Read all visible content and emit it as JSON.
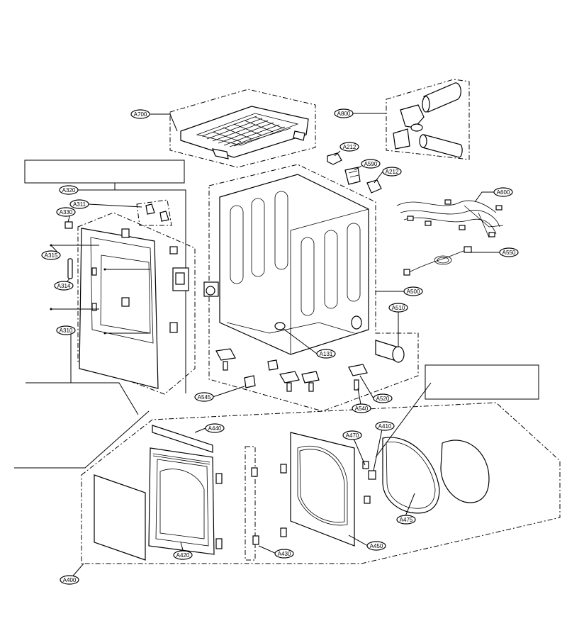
{
  "diagram": {
    "labels": [
      {
        "id": "A700",
        "text": "A700"
      },
      {
        "id": "A800",
        "text": "A800"
      },
      {
        "id": "A212a",
        "text": "A212"
      },
      {
        "id": "A590",
        "text": "A590"
      },
      {
        "id": "A212b",
        "text": "A212"
      },
      {
        "id": "A600",
        "text": "A600"
      },
      {
        "id": "A550",
        "text": "A550"
      },
      {
        "id": "A500",
        "text": "A500"
      },
      {
        "id": "A510",
        "text": "A510"
      },
      {
        "id": "A131",
        "text": "A131"
      },
      {
        "id": "A520",
        "text": "A520"
      },
      {
        "id": "A540",
        "text": "A540"
      },
      {
        "id": "A545",
        "text": "A545"
      },
      {
        "id": "A320",
        "text": "A320"
      },
      {
        "id": "A311",
        "text": "A311"
      },
      {
        "id": "A330",
        "text": "A330"
      },
      {
        "id": "A315",
        "text": "A315"
      },
      {
        "id": "A314",
        "text": "A314"
      },
      {
        "id": "A310",
        "text": "A310"
      },
      {
        "id": "A440",
        "text": "A440"
      },
      {
        "id": "A470",
        "text": "A470"
      },
      {
        "id": "A410",
        "text": "A410"
      },
      {
        "id": "A475",
        "text": "A475"
      },
      {
        "id": "A450",
        "text": "A450"
      },
      {
        "id": "A430",
        "text": "A430"
      },
      {
        "id": "A420",
        "text": "A420"
      },
      {
        "id": "A400",
        "text": "A400"
      }
    ]
  }
}
